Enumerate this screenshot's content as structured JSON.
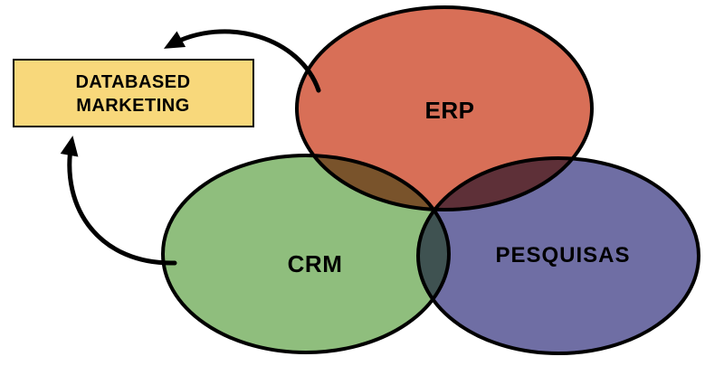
{
  "diagram": {
    "box": {
      "line1": "DATABASED",
      "line2": "MARKETING"
    },
    "ellipses": [
      {
        "label": "ERP",
        "fill": "#D86F57"
      },
      {
        "label": "CRM",
        "fill": "#8FBE7D"
      },
      {
        "label": "PESQUISAS",
        "fill": "#6F6EA4"
      }
    ],
    "colors": {
      "box_fill": "#F8D87B",
      "outline": "#000000",
      "background": "#FFFFFF"
    }
  }
}
